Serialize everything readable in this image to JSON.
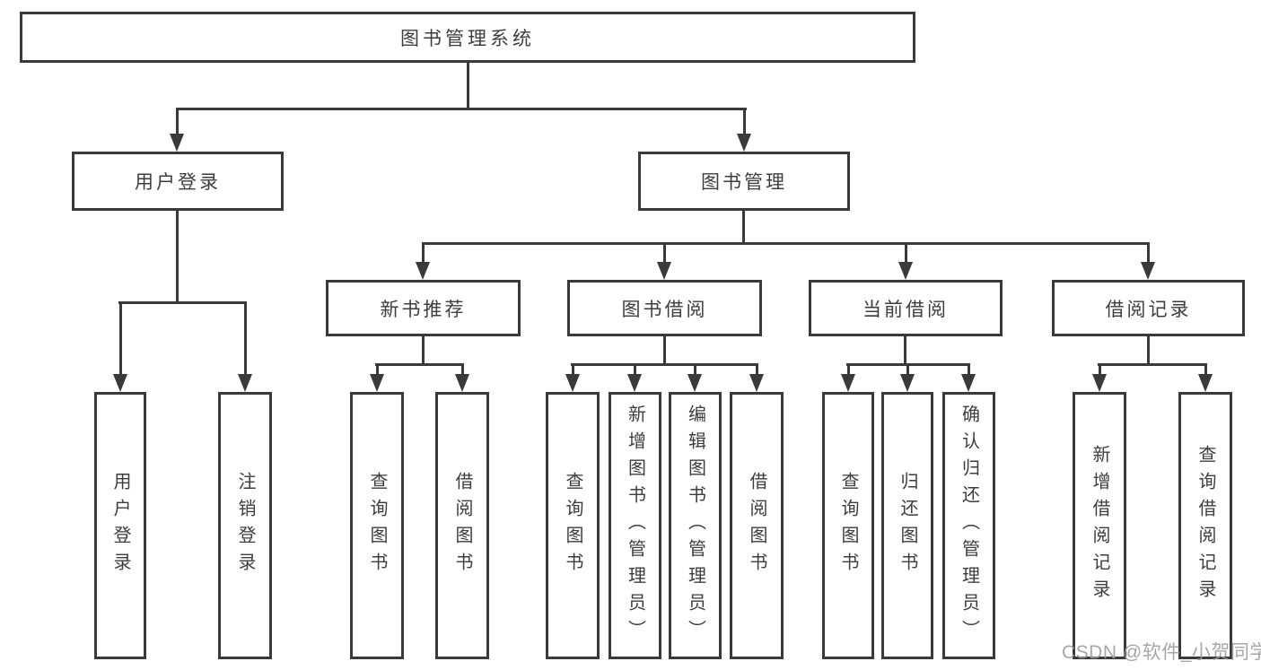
{
  "diagram": {
    "root": {
      "label": "图书管理系统"
    },
    "level2": [
      {
        "label": "用户登录",
        "children": [
          {
            "label": "用户登录"
          },
          {
            "label": "注销登录"
          }
        ]
      },
      {
        "label": "图书管理",
        "children": [
          {
            "label": "新书推荐",
            "children": [
              {
                "label": "查询图书"
              },
              {
                "label": "借阅图书"
              }
            ]
          },
          {
            "label": "图书借阅",
            "children": [
              {
                "label": "查询图书"
              },
              {
                "label": "新增图书（管理员）"
              },
              {
                "label": "编辑图书（管理员）"
              },
              {
                "label": "借阅图书"
              }
            ]
          },
          {
            "label": "当前借阅",
            "children": [
              {
                "label": "查询图书"
              },
              {
                "label": "归还图书"
              },
              {
                "label": "确认归还（管理员）"
              }
            ]
          },
          {
            "label": "借阅记录",
            "children": [
              {
                "label": "新增借阅记录"
              },
              {
                "label": "查询借阅记录"
              }
            ]
          }
        ]
      }
    ],
    "watermark": "CSDN @软件_小贺同学",
    "colors": {
      "line": "#3a3a3a",
      "text": "#3d3d3d",
      "bg": "#ffffff",
      "watermark": "#9d9d9d"
    }
  }
}
